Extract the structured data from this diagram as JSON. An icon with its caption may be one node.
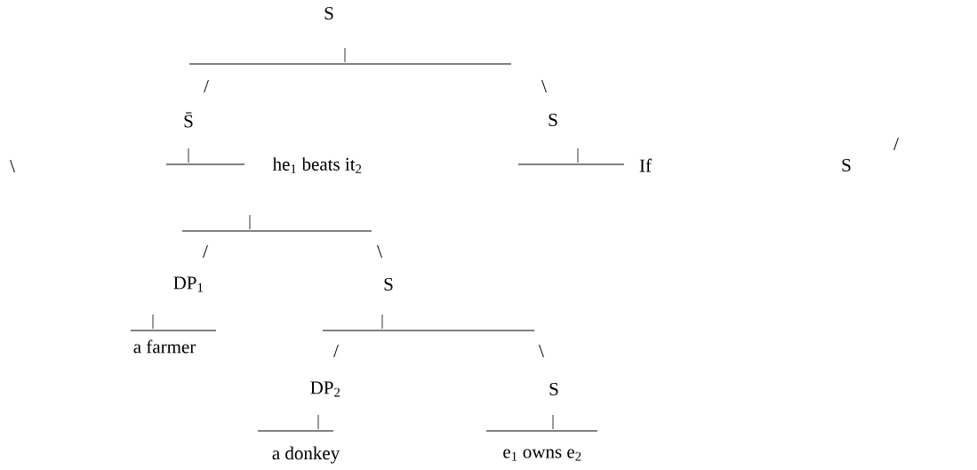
{
  "diagram": {
    "nodes": [
      {
        "text": [
          "S"
        ]
      },
      {
        "text": [
          "S̄"
        ]
      },
      {
        "text": [
          "S"
        ]
      },
      {
        "text": [
          "he$_{1}$  beats it$_{2}$"
        ]
      },
      {
        "text": [
          "If"
        ]
      },
      {
        "text": [
          "S"
        ]
      },
      {
        "text": [
          "DP$_{1}$"
        ]
      },
      {
        "text": [
          "S"
        ]
      },
      {
        "text": [
          "a farmer"
        ]
      },
      {
        "text": [
          "DP$_{2}$"
        ]
      },
      {
        "text": [
          "S"
        ]
      },
      {
        "text": [
          "a donkey"
        ]
      },
      {
        "text": [
          "e$_{1}$ owns e$_{2}$"
        ]
      }
    ],
    "labels": [
      "/",
      "\\",
      "/",
      "\\",
      "/",
      "\\",
      "/",
      "\\"
    ]
  }
}
